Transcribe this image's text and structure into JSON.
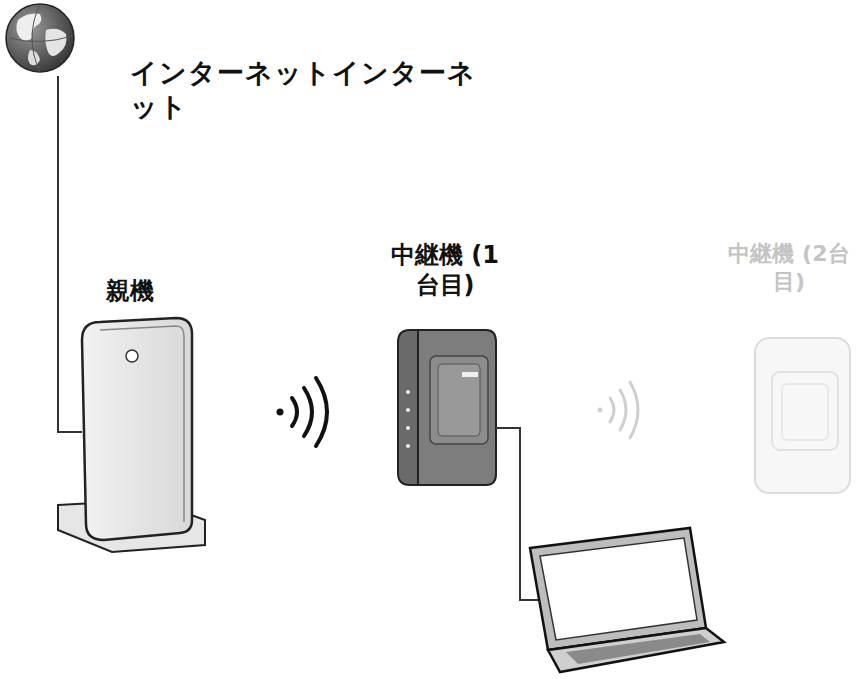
{
  "diagram": {
    "nodes": [
      {
        "text": [
          "インターネットインターネット"
        ]
      },
      {
        "text": [
          "親機"
        ]
      },
      {
        "text": [
          "中継機 (1台目)"
        ]
      },
      {
        "text": [
          "中継機 (2台目)"
        ]
      }
    ],
    "edges": [
      {
        "from": 0,
        "to": 1,
        "arrow": "none"
      }
    ]
  }
}
